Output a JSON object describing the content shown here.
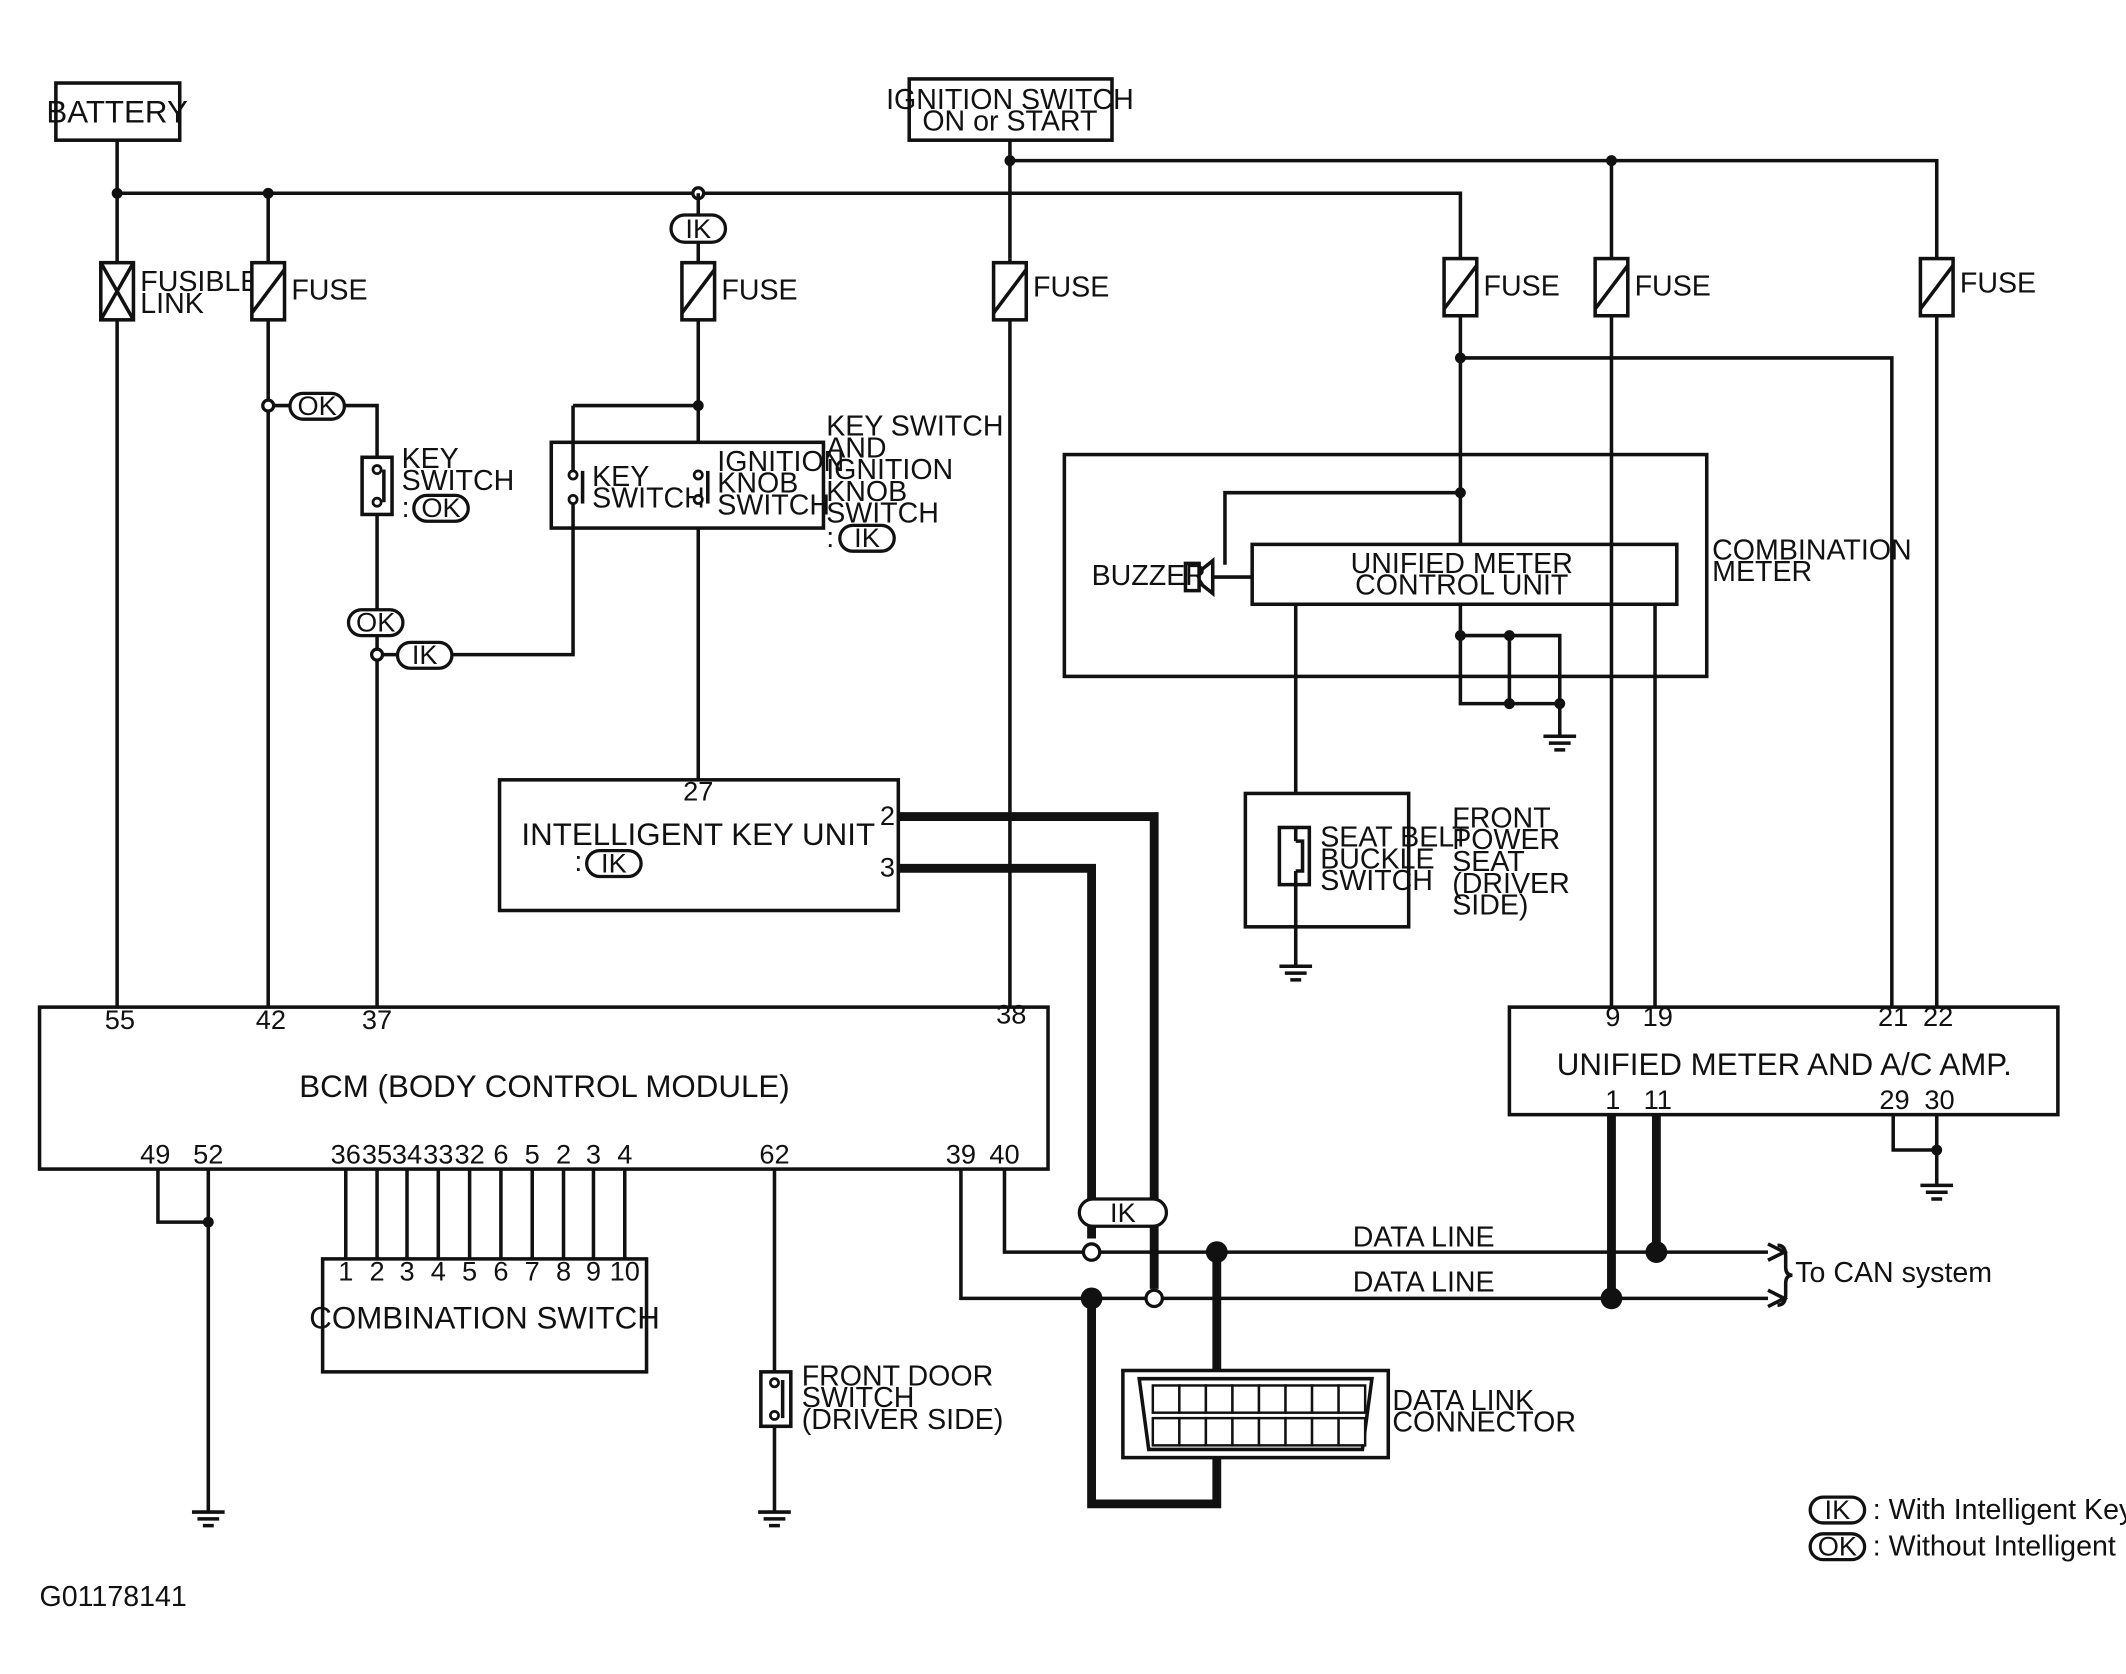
{
  "labels": {
    "battery": "BATTERY",
    "ignition_line1": "IGNITION SWITCH",
    "ignition_line2": "ON or START",
    "fusible_link": [
      "FUSIBLE",
      "LINK"
    ],
    "fuse": "FUSE",
    "ik": "IK",
    "ok": "OK",
    "key_switch": [
      "KEY",
      "SWITCH"
    ],
    "key_switch_colon": ":",
    "ks_inner_key": [
      "KEY",
      "SWITCH"
    ],
    "ks_inner_ign": [
      "IGNITION",
      "KNOB",
      "SWITCH"
    ],
    "ks_assembly": [
      "KEY SWITCH",
      "AND",
      "IGNITION",
      "KNOB",
      "SWITCH"
    ],
    "ik_unit": "INTELLIGENT KEY UNIT",
    "ik_unit_colon": ":",
    "buzzer": "BUZZER",
    "meter_cu": [
      "UNIFIED METER",
      "CONTROL UNIT"
    ],
    "combination_meter": [
      "COMBINATION",
      "METER"
    ],
    "seat_belt": [
      "SEAT BELT",
      "BUCKLE",
      "SWITCH"
    ],
    "front_power_seat": [
      "FRONT",
      "POWER",
      "SEAT",
      "(DRIVER",
      "SIDE)"
    ],
    "bcm": "BCM (BODY CONTROL MODULE)",
    "combination_switch": "COMBINATION SWITCH",
    "front_door": [
      "FRONT DOOR",
      "SWITCH",
      "(DRIVER SIDE)"
    ],
    "data_line": "DATA LINE",
    "to_can": "To CAN system",
    "dlc": [
      "DATA LINK",
      "CONNECTOR"
    ],
    "meter_ac": "UNIFIED METER AND A/C AMP.",
    "legend_ik": ": With Intelligent Key",
    "legend_ok": ": Without Intelligent Key",
    "figure_id": "G01178141"
  },
  "pins": {
    "bcm_top": [
      "55",
      "42",
      "37",
      "38"
    ],
    "bcm_bottom": [
      "49",
      "52",
      "36",
      "35",
      "34",
      "33",
      "32",
      "6",
      "5",
      "2",
      "3",
      "4",
      "62",
      "39",
      "40"
    ],
    "combination_switch": [
      "1",
      "2",
      "3",
      "4",
      "5",
      "6",
      "7",
      "8",
      "9",
      "10"
    ],
    "ik_unit": [
      "27",
      "2",
      "3"
    ],
    "meter_ac_top": [
      "9",
      "19",
      "21",
      "22"
    ],
    "meter_ac_bottom": [
      "1",
      "11",
      "29",
      "30"
    ]
  }
}
